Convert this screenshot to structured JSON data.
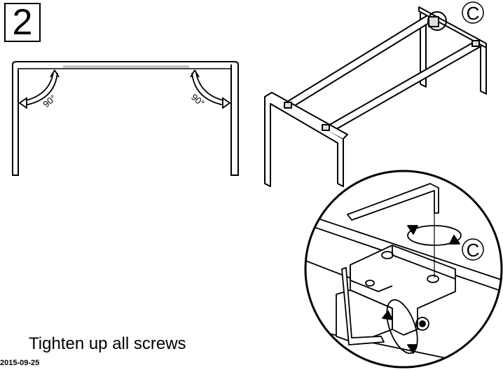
{
  "step": {
    "number": "2"
  },
  "angles": {
    "left": "90°",
    "right": "90°"
  },
  "callout": {
    "letter_top": "C",
    "letter_detail": "C"
  },
  "instruction": {
    "text": "Tighten up all screws"
  },
  "footer": {
    "date": "2015-09-25"
  }
}
